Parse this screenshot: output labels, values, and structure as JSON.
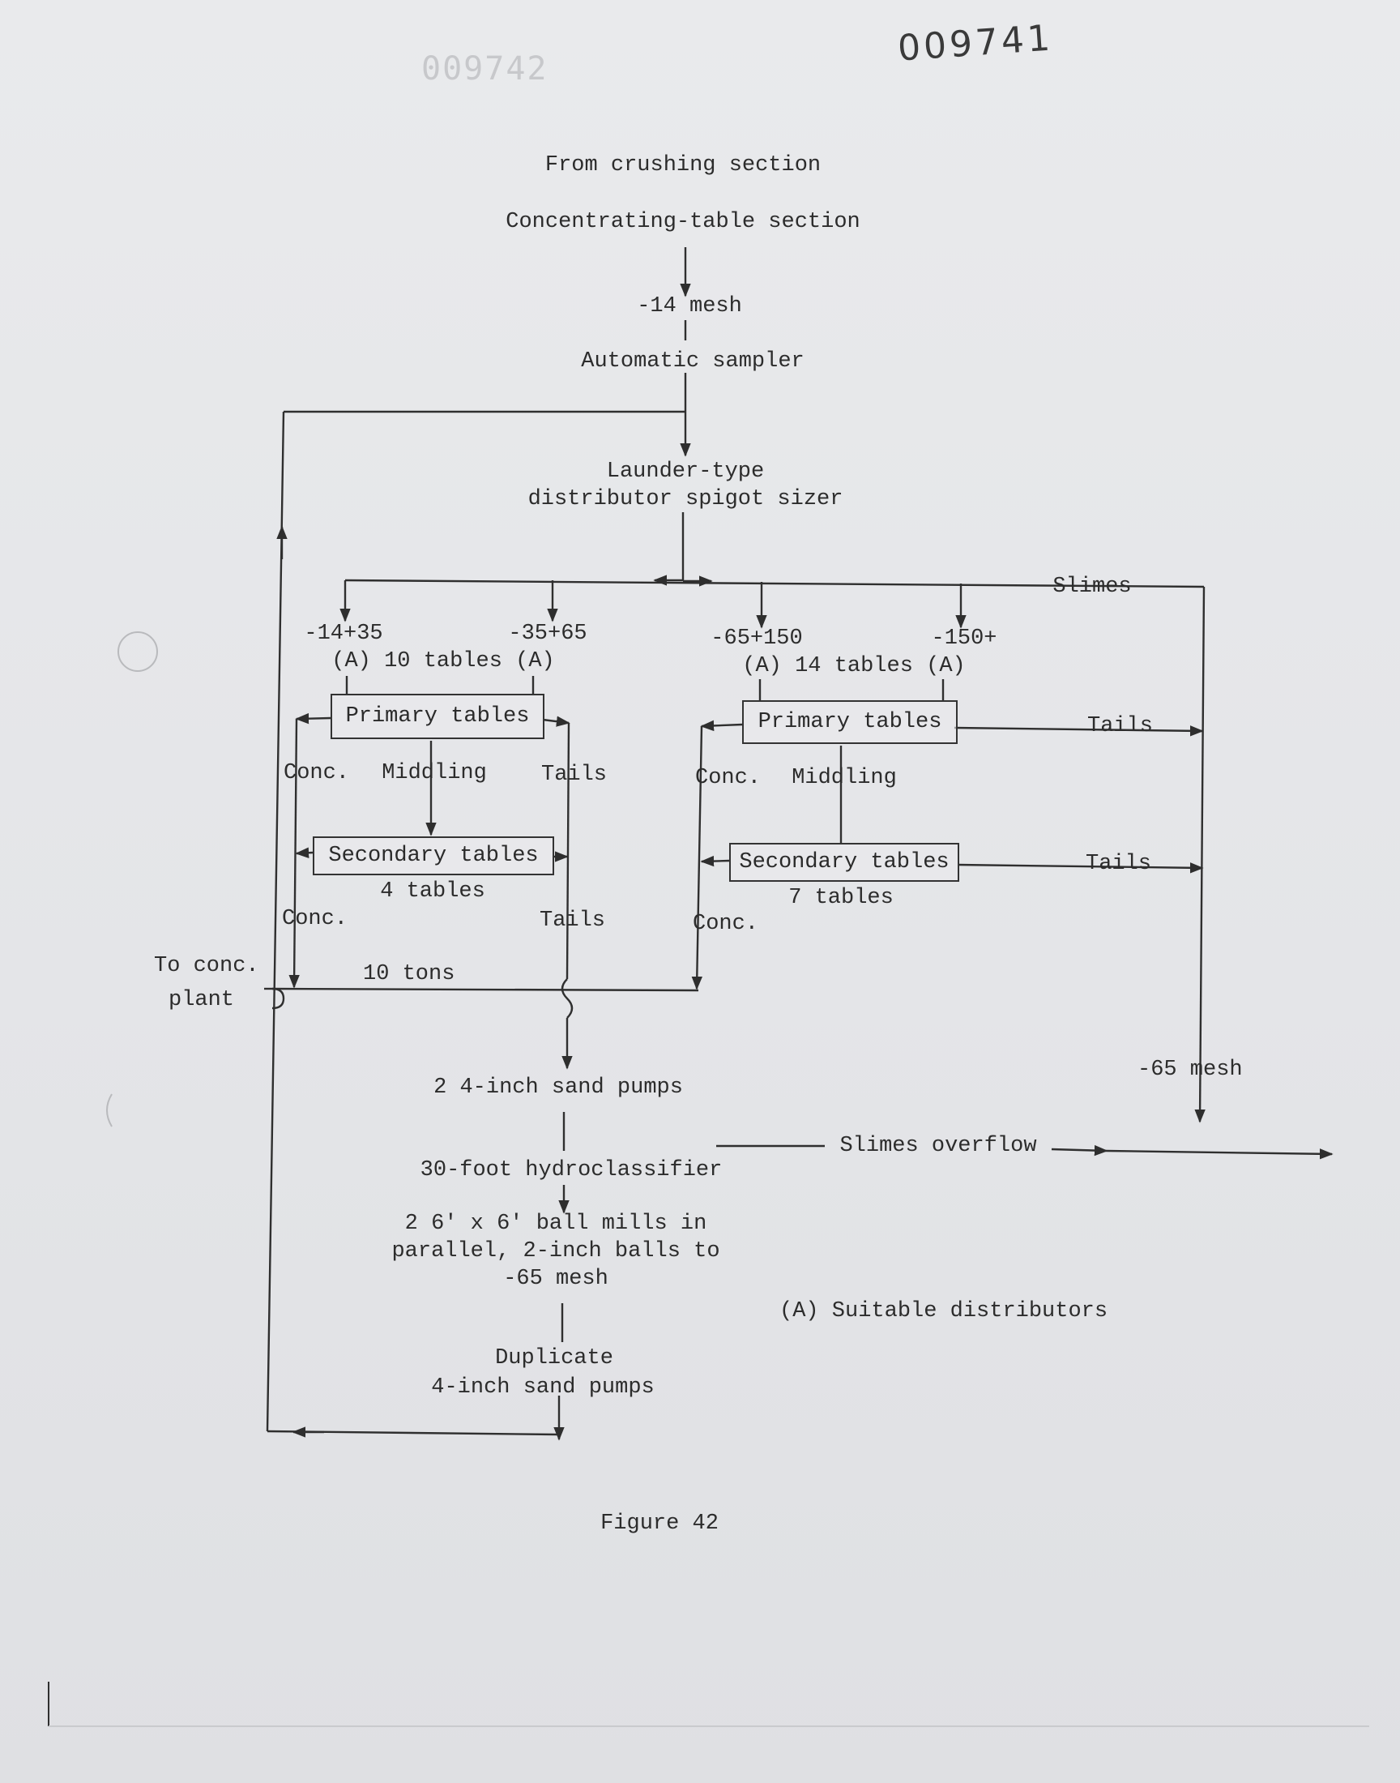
{
  "document": {
    "doc_number": "009741",
    "ghost_number": "009742",
    "figure_caption": "Figure 42",
    "footnote": "(A) Suitable distributors"
  },
  "flow": {
    "from_crushing": "From crushing section",
    "section_title": "Concentrating-table section",
    "mesh14": "-14 mesh",
    "sampler": "Automatic sampler",
    "sizer_line1": "Launder-type",
    "sizer_line2": "distributor spigot sizer",
    "slimes": "Slimes",
    "left_group": {
      "size_a": "-14+35",
      "size_b": "-35+65",
      "tables_label": "(A) 10 tables (A)",
      "primary": "Primary tables",
      "conc1": "Conc.",
      "middling": "Middling",
      "tails1": "Tails",
      "secondary": "Secondary tables",
      "secondary_count": "4 tables",
      "conc2": "Conc.",
      "tails2": "Tails"
    },
    "right_group": {
      "size_a": "-65+150",
      "size_b": "-150+",
      "tables_label": "(A) 14 tables (A)",
      "primary": "Primary tables",
      "conc1": "Conc.",
      "middling": "Middling",
      "tails1": "Tails",
      "secondary": "Secondary tables",
      "secondary_count": "7 tables",
      "conc2": "Conc.",
      "tails2": "Tails"
    },
    "to_conc_line1": "To conc.",
    "to_conc_line2": "plant",
    "ten_tons": "10 tons",
    "sand_pumps": "2 4-inch sand pumps",
    "mesh65_right": "-65 mesh",
    "slimes_overflow": "Slimes overflow",
    "hydroclassifier": "30-foot hydroclassifier",
    "ball_line1": "2 6' x 6' ball mills in",
    "ball_line2": "parallel, 2-inch balls to",
    "ball_line3": "-65 mesh",
    "dup_line1": "Duplicate",
    "dup_line2": "4-inch sand pumps"
  }
}
